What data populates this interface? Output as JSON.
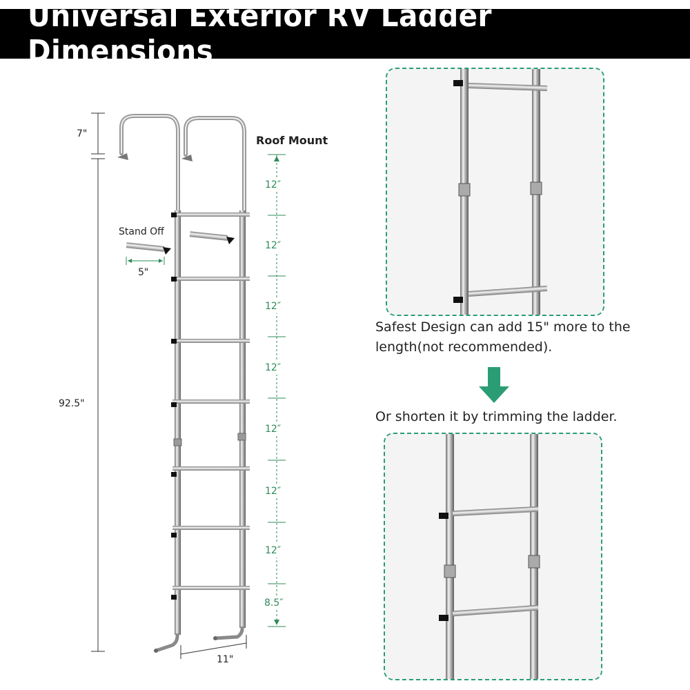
{
  "title": "Universal Exterior RV Ladder Dimensions",
  "labels": {
    "hook_height": "7\"",
    "total_height": "92.5\"",
    "roof_mount": "Roof Mount",
    "stand_off": "Stand Off",
    "standoff_length": "5\"",
    "bottom_width": "11\""
  },
  "rung_spacings": [
    "12″",
    "12″",
    "12″",
    "12″",
    "12″",
    "12″",
    "12″",
    "8.5″"
  ],
  "notes": {
    "extend": "Safest Design can add 15\" more to the length(not recommended).",
    "shorten": "Or shorten it by trimming the ladder."
  },
  "colors": {
    "accent": "#2a9d74",
    "banner": "#000000",
    "green_text": "#2e8b57"
  },
  "icons": {
    "arrow": "down-arrow-icon"
  }
}
